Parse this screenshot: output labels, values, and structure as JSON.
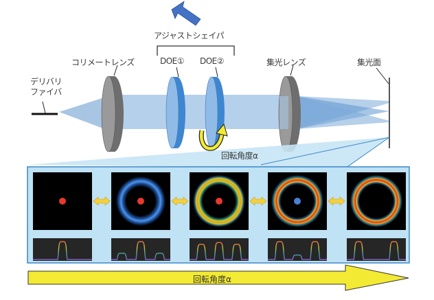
{
  "labels": {
    "adjust_shaper": "アジャストシェイパ",
    "collimate_lens": "コリメートレンズ",
    "doe1": "DOE①",
    "doe2": "DOE②",
    "condenser_lens": "集光レンズ",
    "focal_plane": "集光面",
    "delivery_fiber_line1": "デリバリ",
    "delivery_fiber_line2": "ファイバ",
    "rotation_angle": "回転角度α",
    "rotation_axis": "回転角度α"
  },
  "colors": {
    "beam": "#8fb6dc",
    "doe": "#4f8fd0",
    "lens_gray": "#7a7a7a",
    "panel_bg": "#bfe2f4",
    "panel_border": "#3a87c8",
    "arrow_yellow": "#f3ea33",
    "pointer_arrow": "#4472c4"
  },
  "beam_profiles": [
    {
      "ring_color": "none",
      "center_color": "#e8382c",
      "profile": "single-peak"
    },
    {
      "ring_color": "#3d7fd6",
      "center_color": "#e8382c",
      "profile": "center-peak-with-small-side-peaks"
    },
    {
      "ring_color": "#f0a020",
      "center_color": "#e8382c",
      "profile": "three-equal-peaks"
    },
    {
      "ring_color": "#e03a20",
      "center_color": "#4a7fd8",
      "profile": "two-peaks-small-center"
    },
    {
      "ring_color": "#e03a20",
      "center_color": "none",
      "profile": "two-peaks"
    }
  ]
}
